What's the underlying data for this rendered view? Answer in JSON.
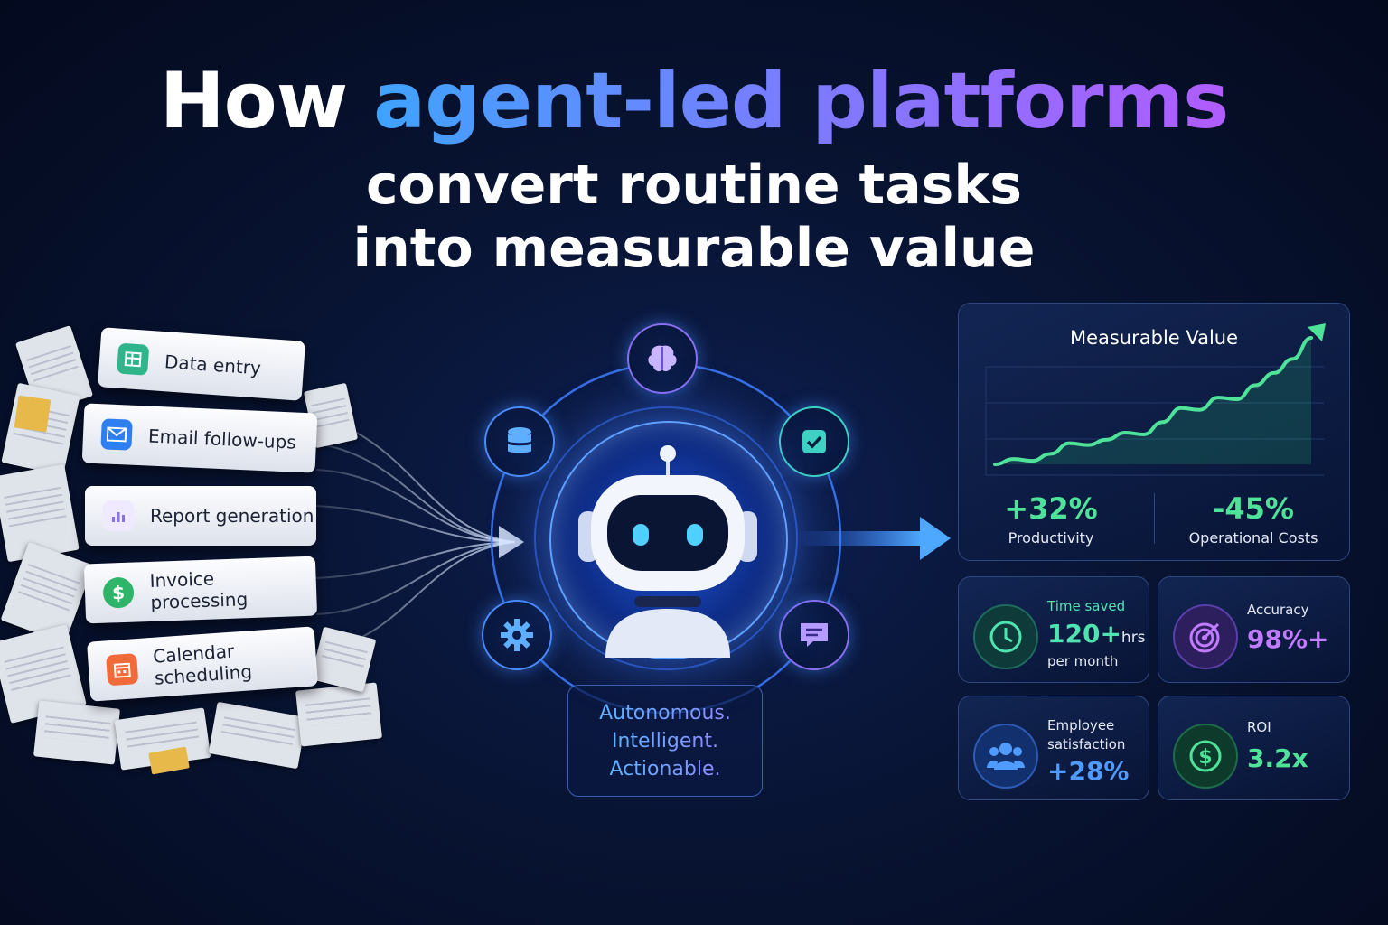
{
  "title": {
    "how": "How",
    "highlight": "agent-led platforms",
    "line2": "convert routine tasks",
    "line3": "into measurable value"
  },
  "tasks": [
    {
      "label": "Data entry",
      "icon": "spreadsheet-icon",
      "color": "#2fb58a"
    },
    {
      "label": "Email follow-ups",
      "icon": "envelope-icon",
      "color": "#2f7ff0"
    },
    {
      "label": "Report generation",
      "icon": "bar-chart-document-icon",
      "color": "#8a6ff0"
    },
    {
      "label": "Invoice processing",
      "icon": "dollar-coin-icon",
      "color": "#2fb56a"
    },
    {
      "label": "Calendar scheduling",
      "icon": "calendar-icon",
      "color": "#f06a3a"
    }
  ],
  "agent": {
    "nodes": [
      "brain-icon",
      "database-icon",
      "checkbox-icon",
      "gear-icon",
      "chat-icon"
    ],
    "tagline": [
      "Autonomous.",
      "Intelligent.",
      "Actionable."
    ]
  },
  "value_panel": {
    "title": "Measurable Value",
    "kpis": [
      {
        "value": "+32%",
        "label": "Productivity"
      },
      {
        "value": "-45%",
        "label": "Operational Costs"
      }
    ]
  },
  "chart_data": {
    "type": "line",
    "title": "Measurable Value",
    "trend": "rising",
    "values": [
      0,
      3,
      2,
      6,
      12,
      11,
      14,
      18,
      17,
      24,
      32,
      31,
      38,
      37,
      45,
      52,
      60,
      72
    ],
    "color": "#4fe39a"
  },
  "metrics": [
    {
      "label": "Time saved",
      "value": "120+",
      "unit": "hrs",
      "sub": "per month",
      "icon": "clock-icon",
      "color": "#4fe3b0"
    },
    {
      "label": "Accuracy",
      "value": "98%+",
      "icon": "target-icon",
      "color": "#c07bff"
    },
    {
      "label": "Employee satisfaction",
      "value": "+28%",
      "icon": "people-icon",
      "color": "#4f9bff"
    },
    {
      "label": "ROI",
      "value": "3.2x",
      "icon": "dollar-circle-icon",
      "color": "#4fe39a"
    }
  ]
}
